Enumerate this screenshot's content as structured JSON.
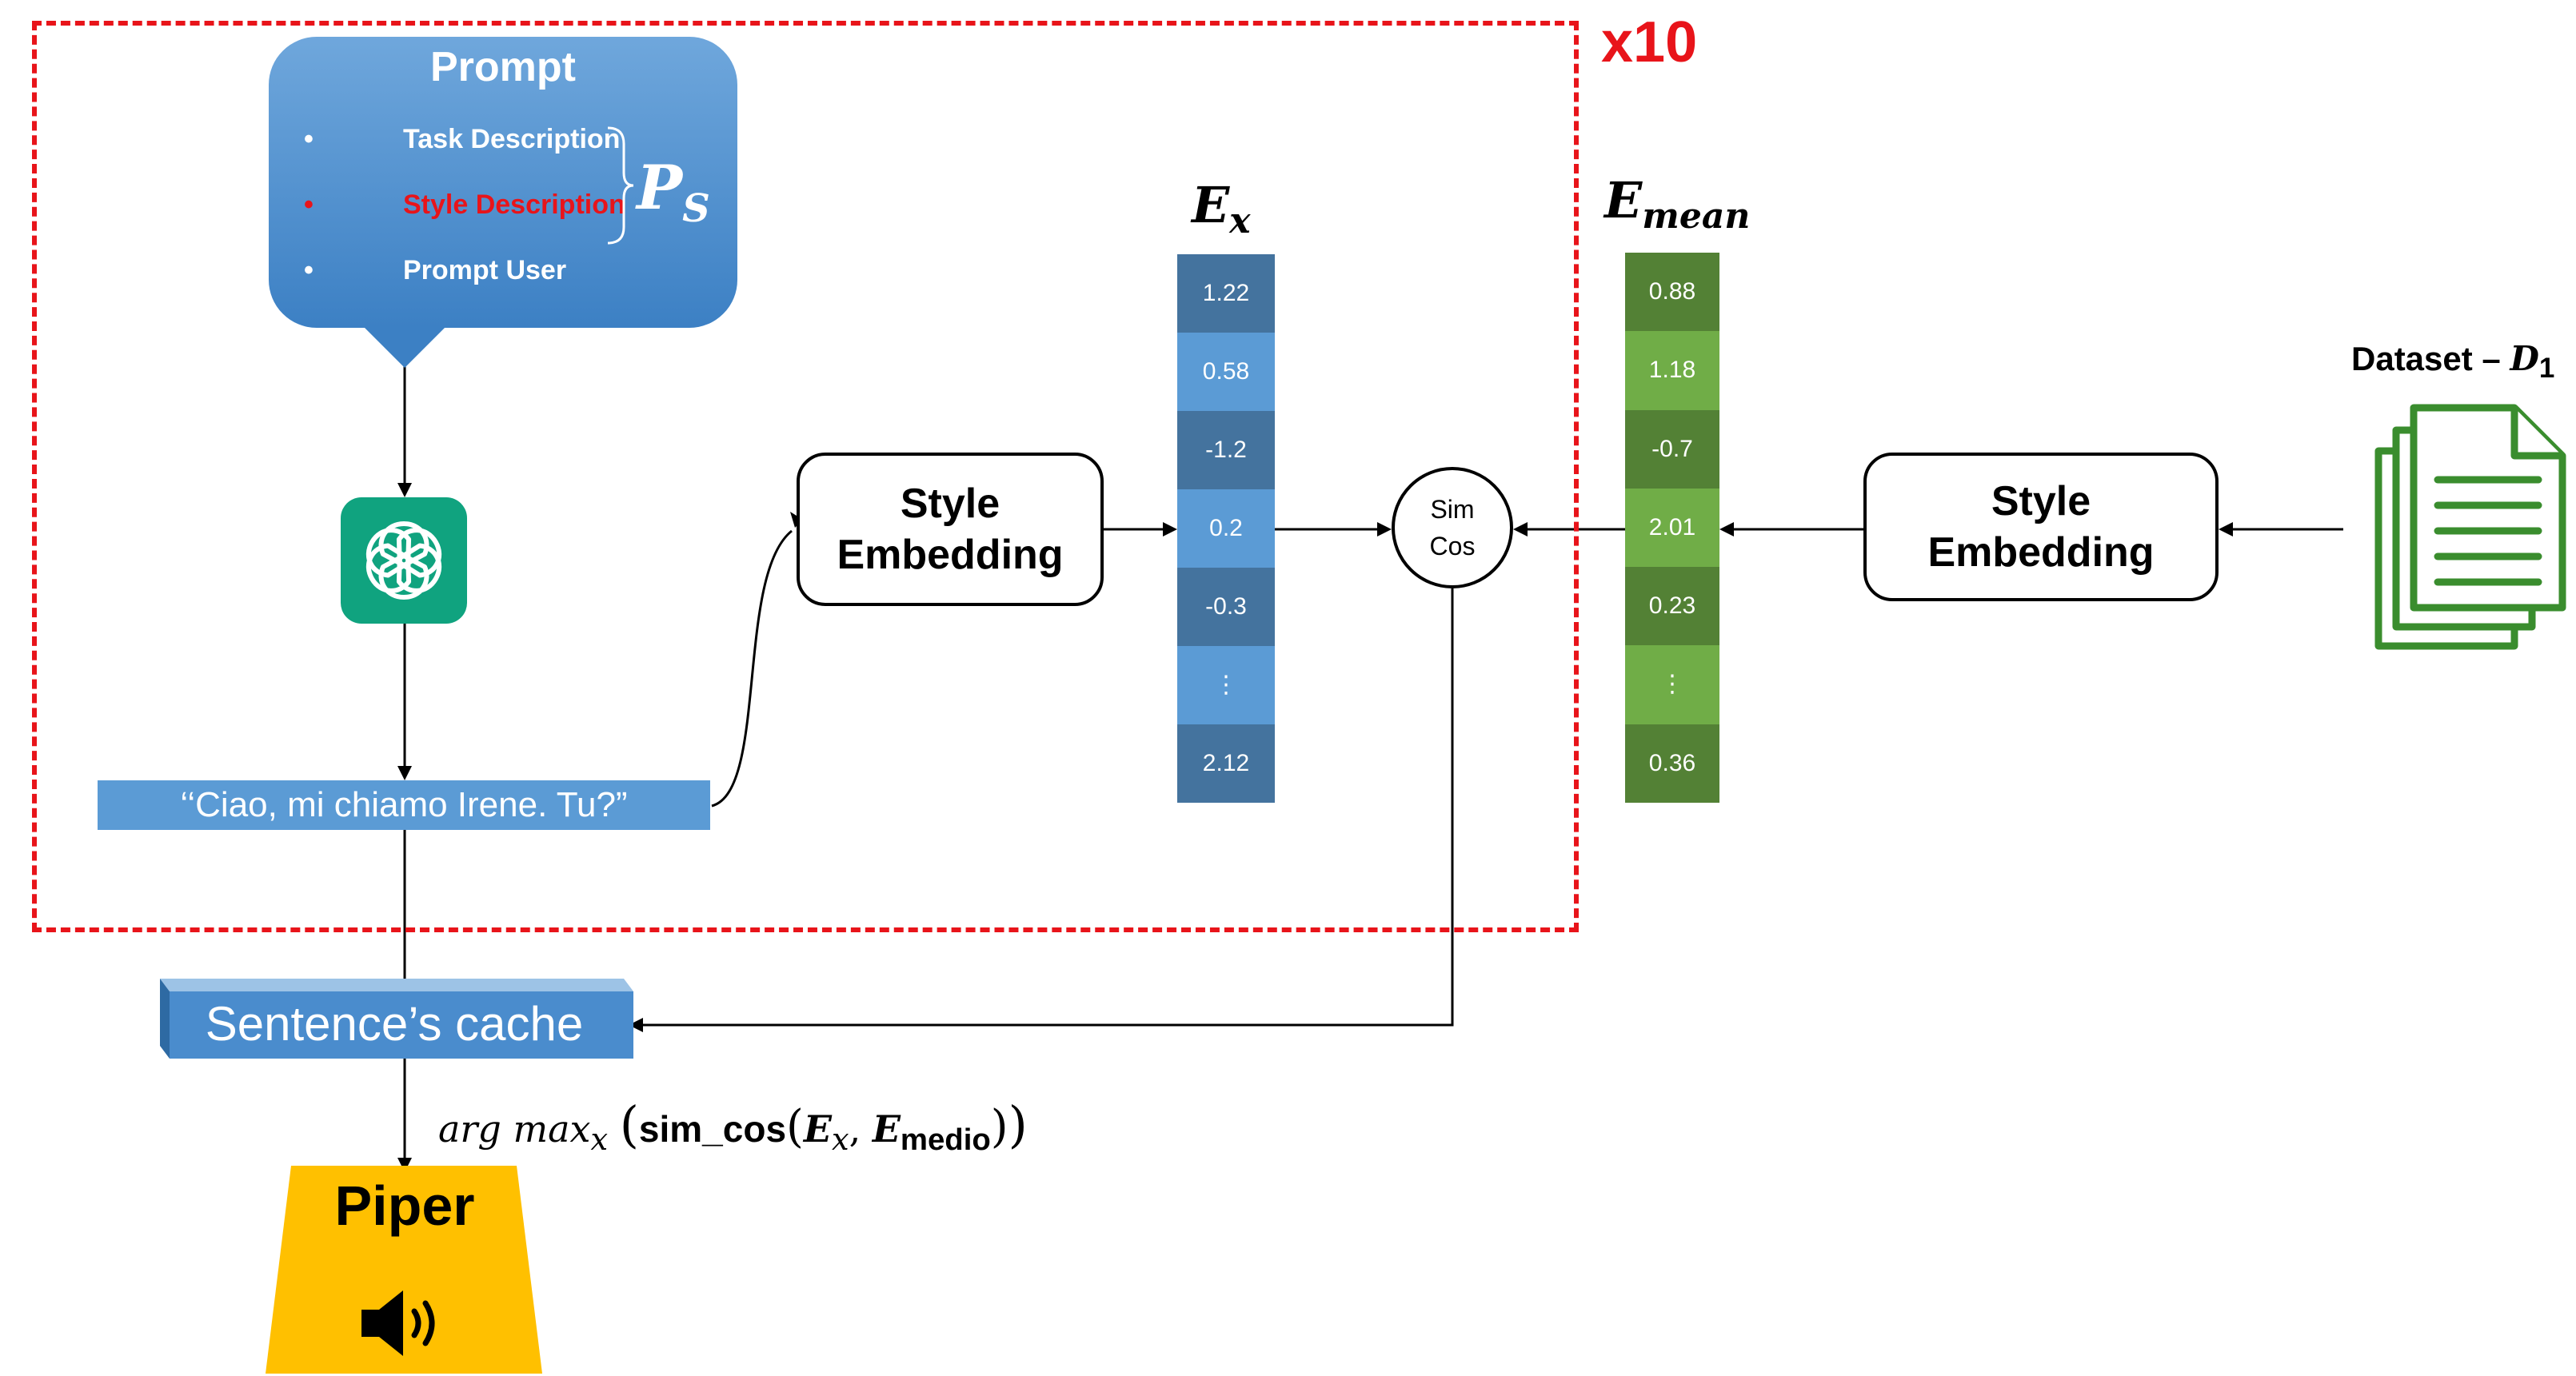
{
  "loop_label": "x10",
  "prompt": {
    "title": "Prompt",
    "items": [
      {
        "label": "Task Description",
        "color": "#ffffff"
      },
      {
        "label": "Style Description",
        "color": "#e8141a"
      },
      {
        "label": "Prompt User",
        "color": "#ffffff"
      }
    ],
    "brace_label_main": "P",
    "brace_label_sub": "S"
  },
  "generated_sentence": "‘‘Ciao, mi chiamo Irene. Tu?”",
  "style_embedding_left": {
    "line1": "Style",
    "line2": "Embedding"
  },
  "style_embedding_right": {
    "line1": "Style",
    "line2": "Embedding"
  },
  "vector_ex": {
    "title_main": "E",
    "title_sub": "x",
    "values": [
      "1.22",
      "0.58",
      "-1.2",
      "0.2",
      "-0.3",
      "⋮",
      "2.12"
    ],
    "colors": [
      "#44739e",
      "#5b9bd5",
      "#44739e",
      "#5b9bd5",
      "#44739e",
      "#5b9bd5",
      "#44739e"
    ]
  },
  "vector_emean": {
    "title_main": "E",
    "title_sub": "mean",
    "values": [
      "0.88",
      "1.18",
      "-0.7",
      "2.01",
      "0.23",
      "⋮",
      "0.36"
    ],
    "colors": [
      "#538135",
      "#70ad47",
      "#538135",
      "#70ad47",
      "#538135",
      "#70ad47",
      "#538135"
    ]
  },
  "sim_cos": {
    "line1": "Sim",
    "line2": "Cos"
  },
  "dataset": {
    "label": "Dataset –",
    "symbol_main": "D",
    "symbol_sub": "1"
  },
  "cache_label": "Sentence’s cache",
  "argmax": {
    "prefix": "arg max",
    "var": "x",
    "func": "sim_cos",
    "arg1_main": "E",
    "arg1_sub": "x",
    "arg2_main": "E",
    "arg2_sub": "medio"
  },
  "output": {
    "label": "Piper"
  },
  "icons": {
    "chatgpt": "openai-logo-icon",
    "dataset": "documents-icon",
    "output": "speaker-icon"
  },
  "colors": {
    "loop_border": "#e8141a",
    "prompt_blue": "#4a8ccd",
    "chatgpt_green": "#10a37f",
    "piper_yellow": "#ffc000",
    "doc_green": "#3a8d2e"
  }
}
